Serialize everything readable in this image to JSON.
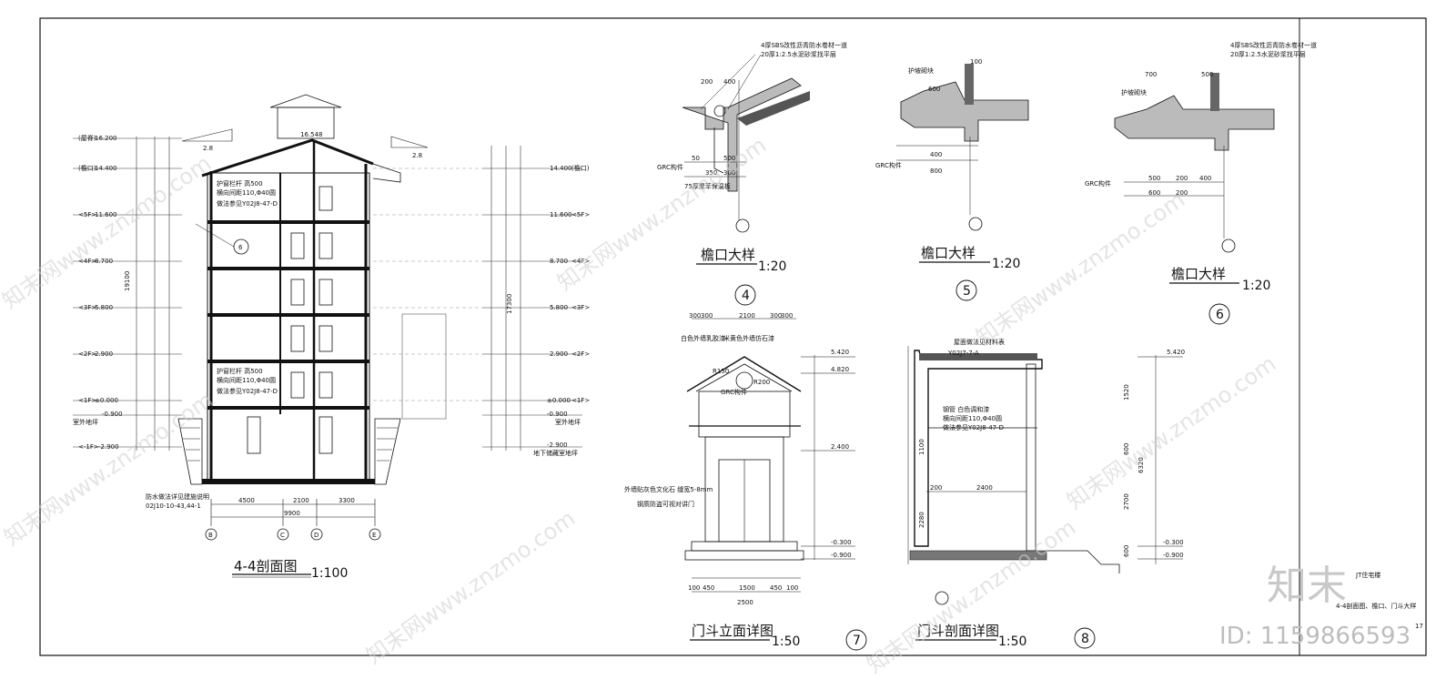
{
  "drawings": {
    "section_4_4": {
      "title": "4-4剖面图",
      "scale": "1:100"
    },
    "detail_4": {
      "title": "檐口大样",
      "scale": "1:20",
      "number": "4"
    },
    "detail_5": {
      "title": "檐口大样",
      "scale": "1:20",
      "number": "5"
    },
    "detail_6": {
      "title": "檐口大样",
      "scale": "1:20",
      "number": "6"
    },
    "detail_7": {
      "title": "门斗立面详图",
      "scale": "1:50",
      "number": "7"
    },
    "detail_8": {
      "title": "门斗剖面详图",
      "scale": "1:50",
      "number": "8"
    }
  },
  "section_levels_left": [
    {
      "elev": "16.200",
      "note": "(屋脊)"
    },
    {
      "elev": "14.400",
      "note": "(檐口)"
    },
    {
      "elev": "11.600",
      "note": "<5F>"
    },
    {
      "elev": "8.700",
      "note": "<4F>"
    },
    {
      "elev": "5.800",
      "note": "<3F>"
    },
    {
      "elev": "2.900",
      "note": "<2F>"
    },
    {
      "elev": "±0.000",
      "note": "<1F>"
    },
    {
      "elev": "-0.900",
      "note": "室外地坪"
    },
    {
      "elev": "-2.900",
      "note": "<-1F>"
    }
  ],
  "section_levels_right": [
    {
      "elev": "14.400",
      "note": "(檐口)"
    },
    {
      "elev": "11.600",
      "note": "<5F>"
    },
    {
      "elev": "8.700",
      "note": "<4F>"
    },
    {
      "elev": "5.800",
      "note": "<3F>"
    },
    {
      "elev": "2.900",
      "note": "<2F>"
    },
    {
      "elev": "±0.000",
      "note": "<1F>"
    },
    {
      "elev": "-0.900",
      "note": "室外地坪"
    },
    {
      "elev": "-2.900",
      "note": "地下储藏室地坪"
    }
  ],
  "section_dims": {
    "ridge": "16.548",
    "slope_left": "2.8",
    "slope_right": "2.8",
    "bays": [
      "4500",
      "2100",
      "3300"
    ],
    "total": "9900",
    "total_height_left": "19100",
    "total_height_right": "17300",
    "axes": [
      "B",
      "C",
      "D",
      "E"
    ],
    "notes": [
      "护窗栏杆 高500",
      "横向间距110,Φ40圆",
      "做法参见Y02J8-47-D",
      "防水做法详见建施说明",
      "02J10-10-43,44-1"
    ],
    "callout": "6"
  },
  "detail_4_notes": [
    "4厚SBS改性沥青防水卷材一道",
    "20厚1:2.5水泥砂浆找平层",
    "GRC构件",
    "75厚聚苯保温板"
  ],
  "detail_4_dims": [
    "200",
    "400",
    "50",
    "350",
    "500",
    "300"
  ],
  "detail_5_notes": [
    "护坡砌块",
    "GRC构件"
  ],
  "detail_5_dims": [
    "600",
    "400",
    "800",
    "100"
  ],
  "detail_6_notes": [
    "4厚SBS改性沥青防水卷材一道",
    "20厚1:2.5水泥砂浆找平层",
    "护坡砌块",
    "GRC构件"
  ],
  "detail_6_dims": [
    "700",
    "500",
    "600",
    "200",
    "400",
    "500",
    "200"
  ],
  "detail_7_notes": [
    "白色外墙乳胶漆",
    "米黄色外墙仿石漆",
    "外墙贴灰色文化石 缝宽5-8mm",
    "钢质防盗可视对讲门",
    "GRC构件",
    "R150",
    "R200"
  ],
  "detail_7_dims": [
    "300",
    "300",
    "2100",
    "300",
    "300",
    "100",
    "450",
    "1500",
    "450",
    "100",
    "2500"
  ],
  "detail_7_levels": [
    "5.420",
    "4.820",
    "2.400",
    "-0.300",
    "-0.900"
  ],
  "detail_8_notes": [
    "屋面做法见材料表",
    "Y02J7-7-A",
    "横向间距110,Φ40圆",
    "做法参见Y02J8-47-D",
    "钢管 白色调和漆"
  ],
  "detail_8_dims": [
    "2400",
    "200",
    "1100",
    "2280",
    "1520",
    "600",
    "2700",
    "6320",
    "600"
  ],
  "detail_8_levels": [
    "5.420",
    "-0.300",
    "-0.900"
  ],
  "titleblock": {
    "project": "JT住宅楼",
    "sheet_title": "4-4剖面图、檐口、门斗大样",
    "sheet_no": "17"
  },
  "watermark": {
    "text": "知末网www.znzmo.com",
    "brand": "知末",
    "id": "ID: 1159866593"
  }
}
